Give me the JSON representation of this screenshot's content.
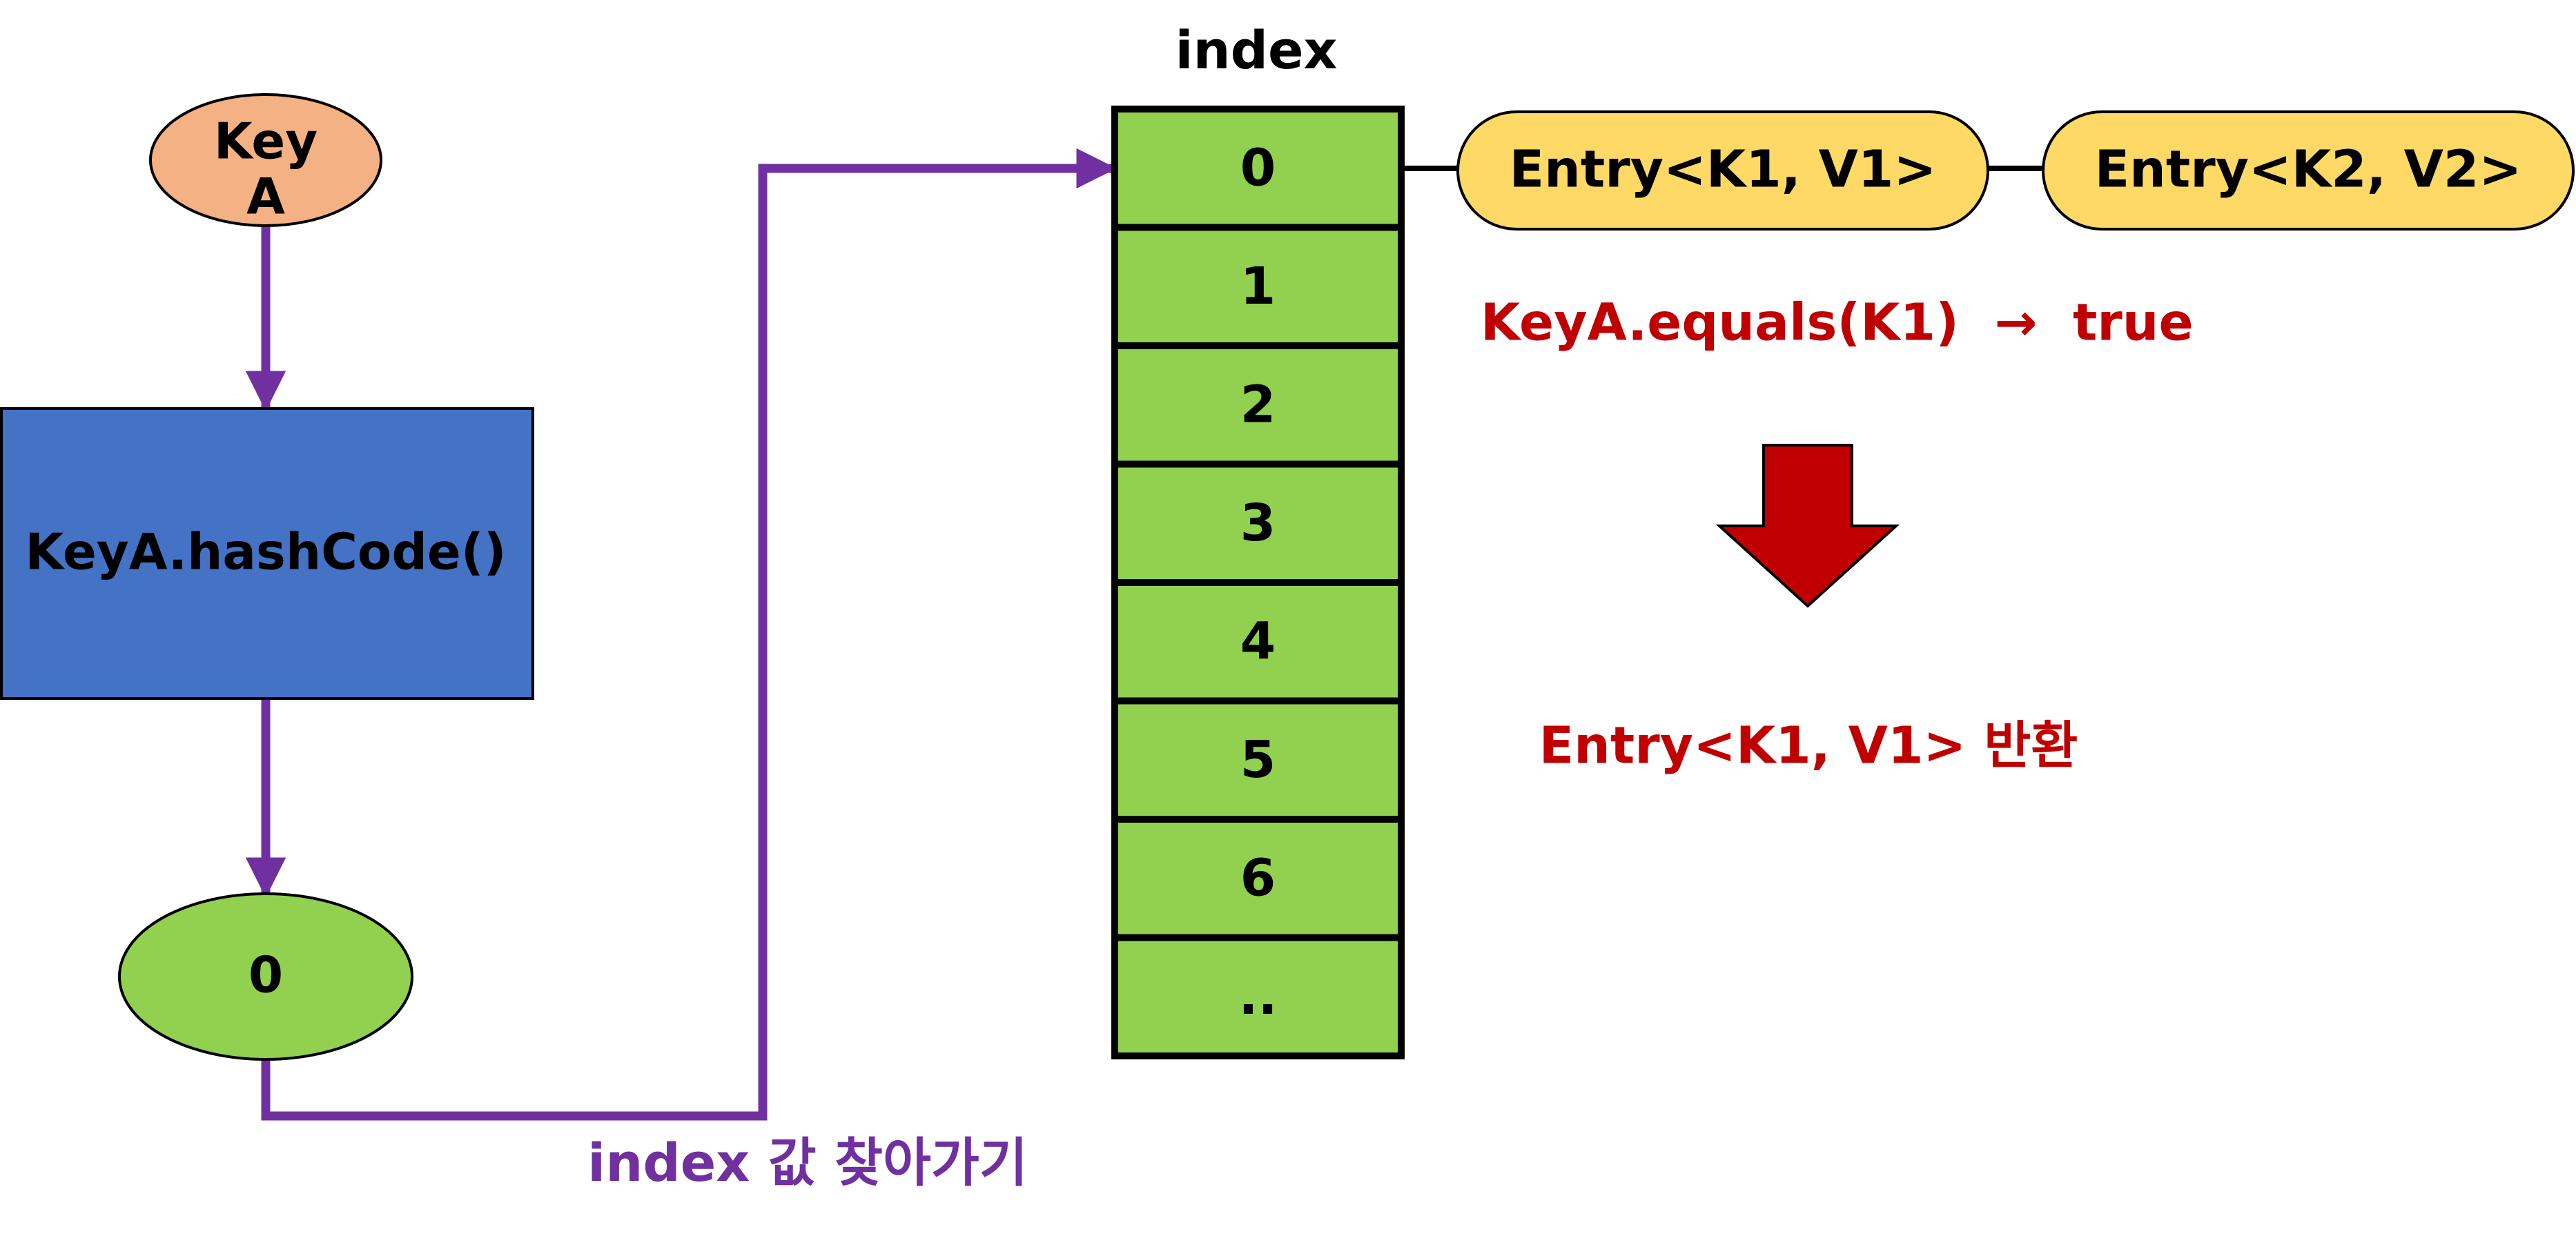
{
  "colors": {
    "connector": "#7030A0",
    "key_node_fill": "#F4B183",
    "hash_box_fill": "#4472C4",
    "bucket_fill": "#92D050",
    "entry_fill": "#FFD966",
    "result_text": "#C00000",
    "down_arrow": "#C00000",
    "outline": "#000000"
  },
  "key_node": {
    "line1": "Key",
    "line2": "A"
  },
  "hash_box": {
    "label": "KeyA.hashCode()"
  },
  "result_node": {
    "label": "0"
  },
  "connector_label": "index 값 찾아가기",
  "table": {
    "header": "index",
    "cells": [
      "0",
      "1",
      "2",
      "3",
      "4",
      "5",
      "6",
      ".."
    ]
  },
  "entries": [
    "Entry<K1, V1>",
    "Entry<K2, V2>"
  ],
  "equals_check": "KeyA.equals(K1)  →  true",
  "return_text": "Entry<K1, V1> 반환",
  "icons": {
    "down_arrow": "down-arrow-icon"
  }
}
